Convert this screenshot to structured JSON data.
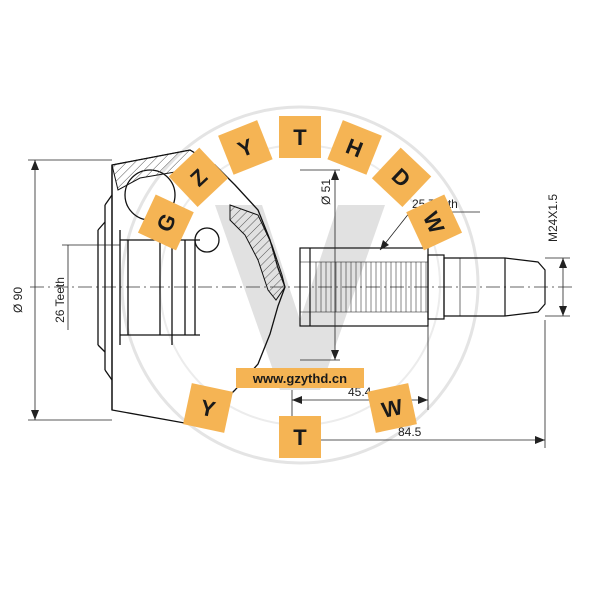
{
  "diagram": {
    "dimensions": {
      "outer_diameter": "Ø 90",
      "inner_teeth": "26 Teeth",
      "shaft_diameter": "Ø 51",
      "spline_teeth": "25 Teeth",
      "thread": "M24X1.5",
      "length_short": "45.4",
      "length_long": "84.5"
    }
  },
  "watermark": {
    "arc_letters": [
      "G",
      "Z",
      "Y",
      "T",
      "H",
      "D",
      "W"
    ],
    "bottom_letters": [
      "Y",
      "T",
      "W"
    ],
    "url": "www.gzythd.cn",
    "tile_color": "#f5b454",
    "v_color": "#c8c8c8"
  }
}
